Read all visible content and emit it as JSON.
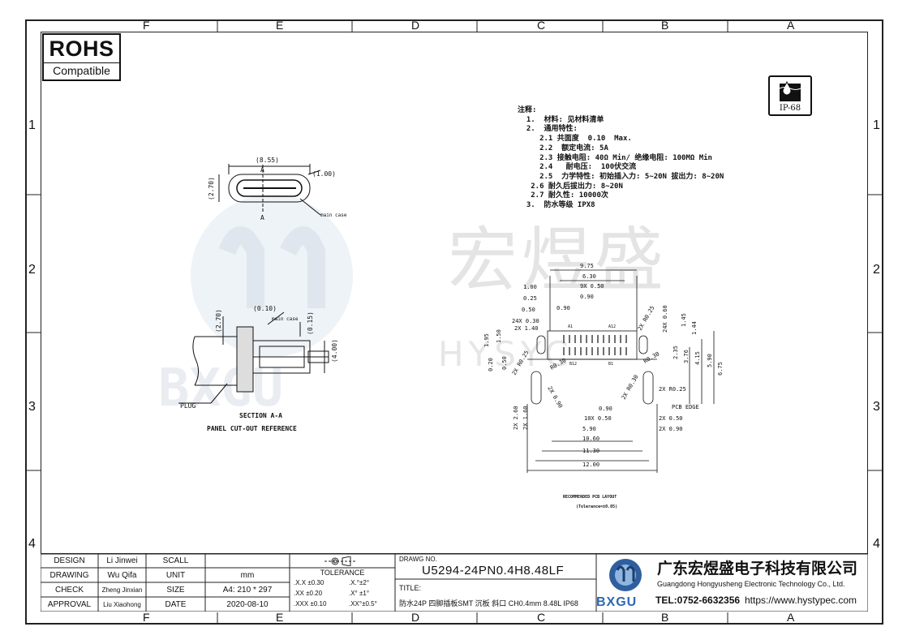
{
  "zones": {
    "columns": [
      "F",
      "E",
      "D",
      "C",
      "B",
      "A"
    ],
    "rows": [
      "1",
      "2",
      "3",
      "4"
    ]
  },
  "rohs": {
    "title": "ROHS",
    "subtitle": "Compatible"
  },
  "ip_badge": "IP-68",
  "notes": [
    "注释:",
    "  1.  材料: 见材料清单",
    "  2.  通用特性:",
    "     2.1 共面度  0.10  Max.",
    "     2.2  额定电流: 5A",
    "     2.3 接触电阻: 40Ω Min/ 绝缘电阻: 100MΩ Min",
    "     2.4   耐电压:  100伏交流",
    "     2.5  力学特性: 初始插入力: 5~20N 拔出力: 8~20N",
    "   2.6 耐久后拔出力: 8~20N",
    "   2.7 耐久性: 10000次",
    "  3.  防水等级 IPX8"
  ],
  "watermark": {
    "cn": "宏煜盛",
    "en": "HYSYC"
  },
  "drawing": {
    "top_view": {
      "width": "(8.55)",
      "height": "(2.70)",
      "radius": "(1.00)",
      "section": "A",
      "callout": "main case"
    },
    "section": {
      "dim_top": "(0.10)",
      "dim_left": "(2.70)",
      "dim_right": "(0.15)",
      "dim_height": "(4.00)",
      "callout": "main case",
      "plug": "PLUG",
      "title": "SECTION A-A",
      "subtitle": "PANEL CUT-OUT REFERENCE"
    },
    "pcb": {
      "dims_top": [
        "9.75",
        "6.30",
        "9X 0.50",
        "0.90",
        "1.00",
        "0.25",
        "0.50",
        "0.90",
        "24X 0.30",
        "2X 1.40"
      ],
      "dims_right": [
        "2X R0.25",
        "24X 0.60",
        "1.45",
        "1.44",
        "2.35",
        "3.76",
        "4.15",
        "5.90",
        "6.75"
      ],
      "dims_left": [
        "1.95",
        "1.50",
        "0.20",
        "0.50",
        "2X R0.25",
        "R0.30",
        "2X 0.90",
        "2X 2.60",
        "2X 1.60"
      ],
      "dims_bottom": [
        "0.90",
        "10X 0.50",
        "5.90",
        "10.60",
        "11.30",
        "12.00",
        "2X R0.25",
        "2X R0.30",
        "R0.30",
        "2X 0.50",
        "2X 0.90"
      ],
      "pins": [
        "A1",
        "A12",
        "B12",
        "B1"
      ],
      "pcb_edge": "PCB EDGE",
      "title": "RECOMMENDED PCB LAYOUT",
      "tolerance": "(Tolerance=±0.05)"
    }
  },
  "title_block": {
    "roles": [
      {
        "role": "DESIGN",
        "name": "Li Jinwei",
        "key": "SCALL",
        "value": ""
      },
      {
        "role": "DRAWING",
        "name": "Wu Qifa",
        "key": "UNIT",
        "value": "mm"
      },
      {
        "role": "CHECK",
        "name": "Zheng Jinxian",
        "key": "SIZE",
        "value": "A4: 210 * 297"
      },
      {
        "role": "APPROVAL",
        "name": "Liu Xiaohong",
        "key": "DATE",
        "value": "2020-08-10"
      }
    ],
    "tolerance_label": "TOLERANCE",
    "tolerances": [
      {
        "lin": ".X.X  ±0.30",
        "ang": ".X.°±2°"
      },
      {
        "lin": ".XX  ±0.20",
        "ang": ".X° ±1°"
      },
      {
        "lin": ".XXX  ±0.10",
        "ang": ".XX°±0.5°"
      }
    ],
    "dwg_no_label": "DRAWG NO.",
    "dwg_no": "U5294-24PN0.4H8.48LF",
    "title_label": "TITLE:",
    "title": "防水24P 四脚插板SMT 沉板 斜口 CH0.4mm 8.48L IP68",
    "company_cn": "广东宏煜盛电子科技有限公司",
    "company_en": "Guangdong Hongyusheng Electronic Technology Co., Ltd.",
    "brand": "BXGU",
    "tel": "TEL:0752-6632356",
    "url": "https://www.hystypec.com"
  }
}
